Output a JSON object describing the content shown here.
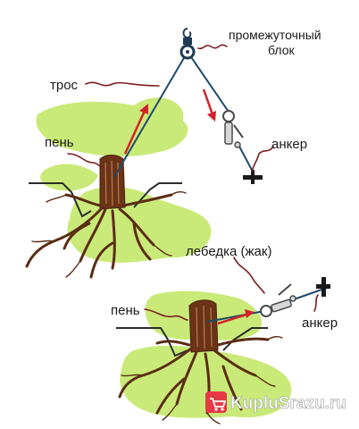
{
  "labels": {
    "intermediate_block_line1": "промежуточный",
    "intermediate_block_line2": "блок",
    "rope": "трос",
    "stump_top": "пень",
    "anchor_top": "анкер",
    "winch": "лебедка (жак)",
    "stump_bottom": "пень",
    "anchor_bottom": "анкер"
  },
  "watermark": {
    "text": "KupluSrazu.ru",
    "icon": "shopping-cart-icon"
  },
  "colors": {
    "ground_patch": "#c9ea78",
    "roots": "#5a2d14",
    "rope": "#1f4a6e",
    "arrow_red": "#d2232a",
    "pointer": "#7a1e1e",
    "soil_line": "#2b2b2b",
    "watermark_bg": "#e63946"
  }
}
